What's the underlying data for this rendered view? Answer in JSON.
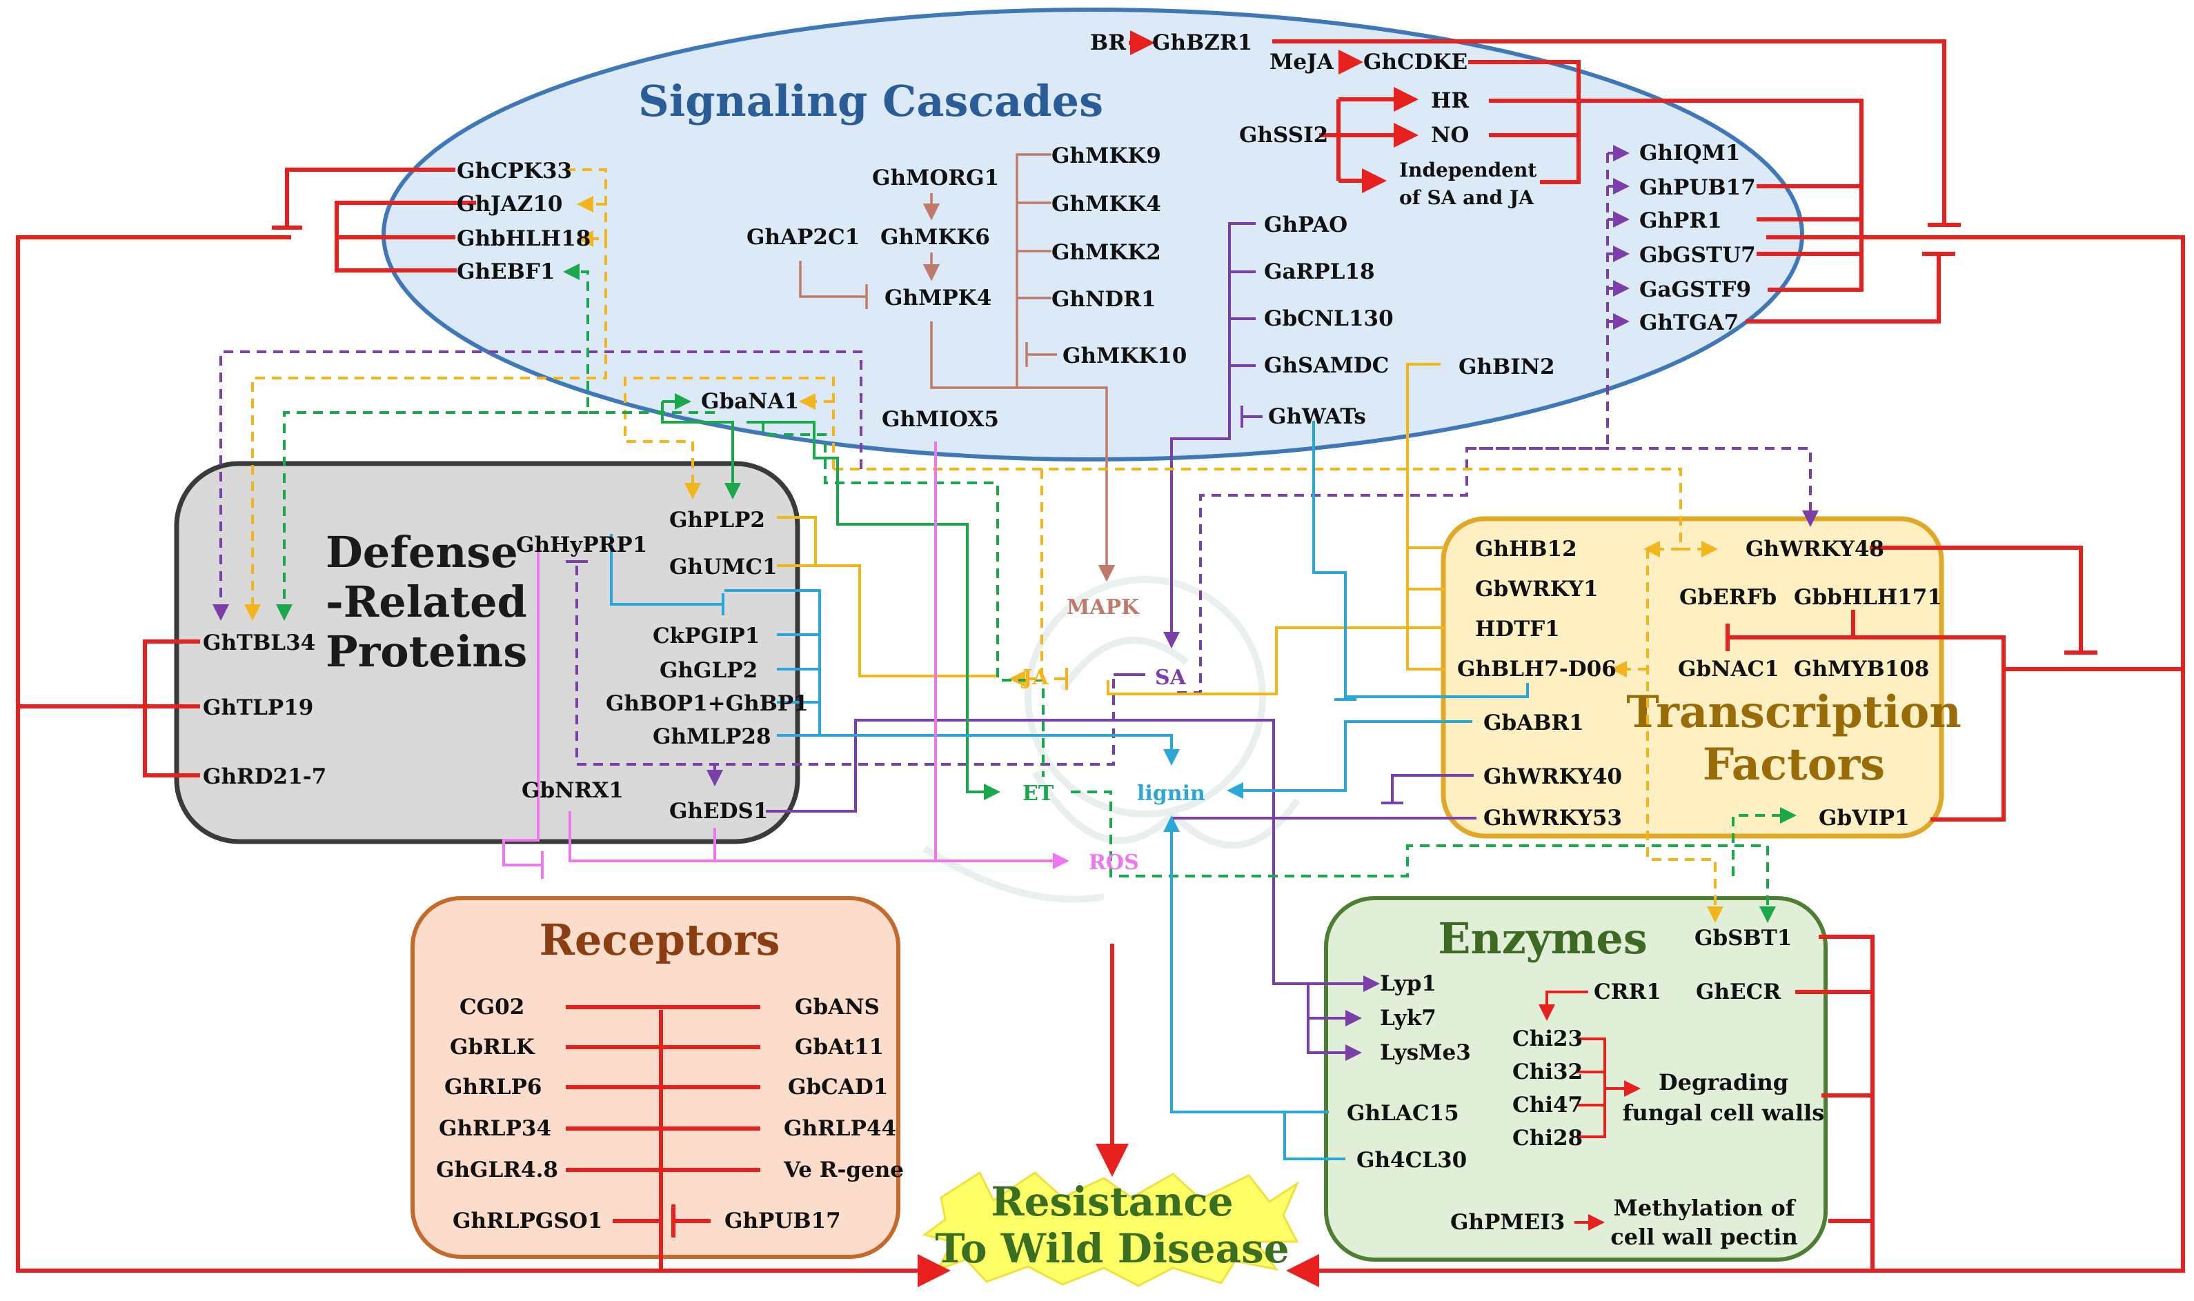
{
  "modules": {
    "signaling": "Signaling Cascades",
    "defense_1": "Defense",
    "defense_2": "-Related",
    "defense_3": "Proteins",
    "tf_1": "Transcription",
    "tf_2": "Factors",
    "receptors": "Receptors",
    "enzymes": "Enzymes",
    "resistance_1": "Resistance",
    "resistance_2": "To Wild Disease"
  },
  "signaling": {
    "br": "BR",
    "ghbzr1": "GhBZR1",
    "meja": "MeJA",
    "ghcdke": "GhCDKE",
    "ghssi2": "GhSSI2",
    "hr": "HR",
    "no": "NO",
    "independent_1": "Independent",
    "independent_2": "of SA and JA",
    "ghiqm1": "GhIQM1",
    "ghpub17": "GhPUB17",
    "ghpr1": "GhPR1",
    "gbgstu7": "GbGSTU7",
    "gagstf9": "GaGSTF9",
    "ghtga7": "GhTGA7",
    "ghcpk33": "GhCPK33",
    "ghjaz10": "GhJAZ10",
    "ghbhlh18": "GhbHLH18",
    "ghebf1": "GhEBF1",
    "ghmorg1": "GhMORG1",
    "ghmkk6": "GhMKK6",
    "ghap2c1": "GhAP2C1",
    "ghmpk4": "GhMPK4",
    "ghmkk9": "GhMKK9",
    "ghmkk4": "GhMKK4",
    "ghmkk2": "GhMKK2",
    "ghndr1": "GhNDR1",
    "ghmkk10": "GhMKK10",
    "ghpao": "GhPAO",
    "garpl18": "GaRPL18",
    "gbcnl130": "GbCNL130",
    "ghsamdc": "GhSAMDC",
    "ghwats": "GhWATs",
    "ghbin2": "GhBIN2",
    "gbana1": "GbaNA1",
    "ghmiox5": "GhMIOX5"
  },
  "defense": {
    "ghplp2": "GhPLP2",
    "ghumc1": "GhUMC1",
    "ghhyprp1": "GhHyPRP1",
    "ckpgip1": "CkPGIP1",
    "ghglp2": "GhGLP2",
    "ghbop1": "GhBOP1+GhBP1",
    "ghmlp28": "GhMLP28",
    "gbnrx1": "GbNRX1",
    "gheds1": "GhEDS1",
    "ghtbl34": "GhTBL34",
    "ghtlp19": "GhTLP19",
    "ghrd21": "GhRD21-7"
  },
  "hubs": {
    "mapk": "MAPK",
    "ja": "JA",
    "sa": "SA",
    "et": "ET",
    "lignin": "lignin",
    "ros": "ROS"
  },
  "tf": {
    "ghhb12": "GhHB12",
    "ghwrky48": "GhWRKY48",
    "gbwrky1": "GbWRKY1",
    "hdtf1": "HDTF1",
    "gbblh7": "GhBLH7-D06",
    "gberfb": "GbERFb",
    "gbbhlh171": "GbbHLH171",
    "gbnac1": "GbNAC1",
    "ghmyb108": "GhMYB108",
    "gbabr1": "GbABR1",
    "ghwrky40": "GhWRKY40",
    "ghwrky53": "GhWRKY53",
    "gbvip1": "GbVIP1"
  },
  "receptors": {
    "left": [
      "CG02",
      "GbRLK",
      "GhRLP6",
      "GhRLP34",
      "GhGLR4.8",
      "GhRLPGSO1"
    ],
    "right": [
      "GbANS",
      "GbAt11",
      "GbCAD1",
      "GhRLP44",
      "Ve R-gene",
      "GhPUB17"
    ]
  },
  "enzymes": {
    "gbsbt1": "GbSBT1",
    "crr1": "CRR1",
    "ghecr": "GhECR",
    "lyp1": "Lyp1",
    "lyk7": "Lyk7",
    "lysme3": "LysMe3",
    "chi": [
      "Chi23",
      "Chi32",
      "Chi47",
      "Chi28"
    ],
    "degrading_1": "Degrading",
    "degrading_2": "fungal cell walls",
    "ghlac15": "GhLAC15",
    "gh4cl30": "Gh4CL30",
    "ghpmei3": "GhPMEI3",
    "methyl_1": "Methylation  of",
    "methyl_2": "cell wall pectin"
  },
  "colors": {
    "red": "#e8201e",
    "brown": "#c07a6a",
    "purple": "#7a3fa8",
    "orange": "#f2b51c",
    "green": "#1aa84a",
    "blue": "#29a8d8",
    "pink": "#ee77ee",
    "signaling_fill": "#dce9f6",
    "signaling_stroke": "#3f78b8",
    "defense_fill": "#d9d9d9",
    "tf_fill": "#fff0c4",
    "tf_stroke": "#e0a826",
    "receptors_fill": "#fcdccb",
    "receptors_stroke": "#c56a2a",
    "enzymes_fill": "#e2efd8",
    "enzymes_stroke": "#4e7e32",
    "resistance_fill": "#ffff66"
  }
}
